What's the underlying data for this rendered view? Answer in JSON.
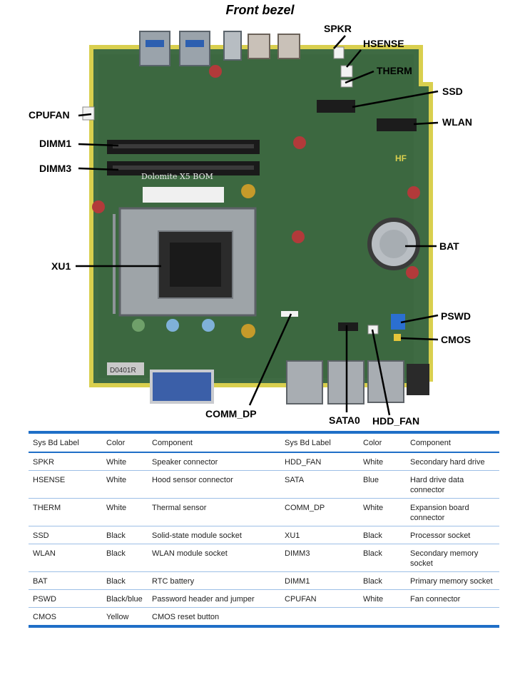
{
  "title": "Front bezel",
  "board_text": {
    "silk_name": "Dolomite X5 BOM",
    "chip_label": "D0401R",
    "hf_mark": "HF"
  },
  "callouts": {
    "spkr": "SPKR",
    "hsense": "HSENSE",
    "therm": "THERM",
    "ssd": "SSD",
    "wlan": "WLAN",
    "cpufan": "CPUFAN",
    "dimm1": "DIMM1",
    "dimm3": "DIMM3",
    "xu1": "XU1",
    "bat": "BAT",
    "pswd": "PSWD",
    "cmos": "CMOS",
    "comm_dp": "COMM_DP",
    "sata0": "SATA0",
    "hdd_fan": "HDD_FAN"
  },
  "table": {
    "headers": [
      "Sys Bd Label",
      "Color",
      "Component",
      "Sys Bd Label",
      "Color",
      "Component"
    ],
    "rows": [
      [
        "SPKR",
        "White",
        "Speaker connector",
        "HDD_FAN",
        "White",
        "Secondary hard drive"
      ],
      [
        "HSENSE",
        "White",
        "Hood sensor connector",
        "SATA",
        "Blue",
        "Hard drive data connector"
      ],
      [
        "THERM",
        "White",
        "Thermal sensor",
        "COMM_DP",
        "White",
        "Expansion board connector"
      ],
      [
        "SSD",
        "Black",
        "Solid-state module socket",
        "XU1",
        "Black",
        "Processor socket"
      ],
      [
        "WLAN",
        "Black",
        "WLAN module socket",
        "DIMM3",
        "Black",
        "Secondary memory socket"
      ],
      [
        "BAT",
        "Black",
        "RTC battery",
        "DIMM1",
        "Black",
        "Primary memory socket"
      ],
      [
        "PSWD",
        "Black/blue",
        "Password header and jumper",
        "CPUFAN",
        "White",
        "Fan connector"
      ],
      [
        "CMOS",
        "Yellow",
        "CMOS reset button",
        "",
        "",
        ""
      ]
    ]
  },
  "colors": {
    "accent": "#1f6fc7",
    "board_green": "#3f6b43",
    "board_yellow": "#d9cf4e"
  }
}
